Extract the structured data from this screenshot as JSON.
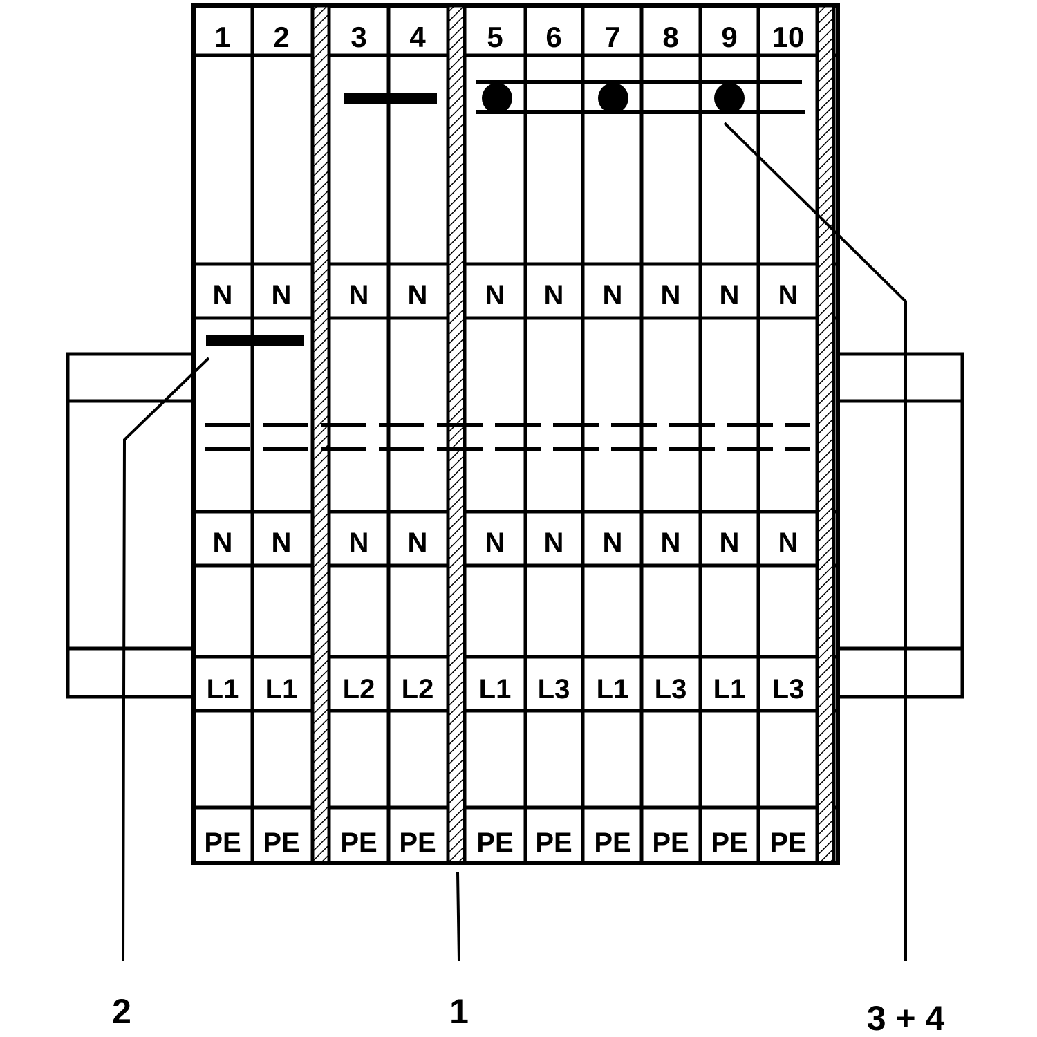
{
  "diagram": {
    "terminals": [
      {
        "number": "1",
        "top_n": "N",
        "bottom_n": "N",
        "phase": "L1",
        "pe": "PE"
      },
      {
        "number": "2",
        "top_n": "N",
        "bottom_n": "N",
        "phase": "L1",
        "pe": "PE"
      },
      {
        "number": "3",
        "top_n": "N",
        "bottom_n": "N",
        "phase": "L2",
        "pe": "PE"
      },
      {
        "number": "4",
        "top_n": "N",
        "bottom_n": "N",
        "phase": "L2",
        "pe": "PE"
      },
      {
        "number": "5",
        "top_n": "N",
        "bottom_n": "N",
        "phase": "L1",
        "pe": "PE"
      },
      {
        "number": "6",
        "top_n": "N",
        "bottom_n": "N",
        "phase": "L3",
        "pe": "PE"
      },
      {
        "number": "7",
        "top_n": "N",
        "bottom_n": "N",
        "phase": "L1",
        "pe": "PE"
      },
      {
        "number": "8",
        "top_n": "N",
        "bottom_n": "N",
        "phase": "L3",
        "pe": "PE"
      },
      {
        "number": "9",
        "top_n": "N",
        "bottom_n": "N",
        "phase": "L1",
        "pe": "PE"
      },
      {
        "number": "10",
        "top_n": "N",
        "bottom_n": "N",
        "phase": "L3",
        "pe": "PE"
      }
    ],
    "callouts": {
      "left": "2",
      "middle": "1",
      "right": "3 + 4"
    },
    "colors": {
      "line": "#000000",
      "background": "#ffffff"
    }
  }
}
